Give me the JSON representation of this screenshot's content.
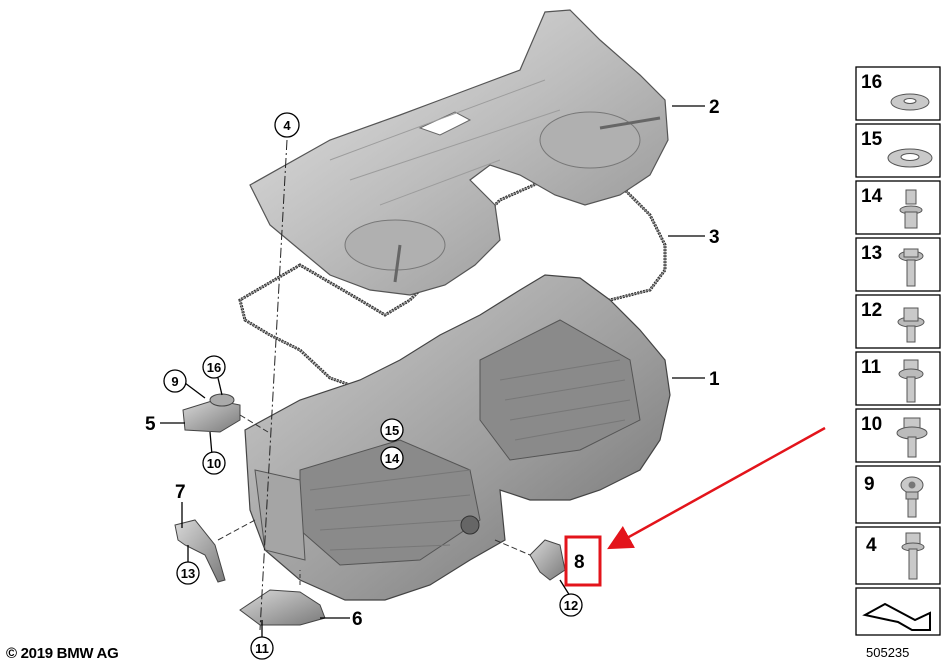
{
  "callouts": {
    "c2": "2",
    "c3": "3",
    "c1": "1",
    "c4": "4",
    "c5": "5",
    "c6": "6",
    "c7": "7",
    "c8": "8",
    "c9": "9",
    "c10": "10",
    "c11": "11",
    "c12": "12",
    "c13": "13",
    "c14": "14",
    "c15": "15",
    "c16": "16"
  },
  "parts_panel": [
    {
      "num": "16"
    },
    {
      "num": "15"
    },
    {
      "num": "14"
    },
    {
      "num": "13"
    },
    {
      "num": "12"
    },
    {
      "num": "11"
    },
    {
      "num": "10"
    },
    {
      "num": "9"
    },
    {
      "num": "4"
    }
  ],
  "footer": {
    "copyright": "© 2019 BMW AG",
    "drawing_number": "505235"
  },
  "colors": {
    "highlight": "#e3141b",
    "arrow": "#e3141b",
    "part_fill": "#c9c9c9",
    "part_stroke": "#555555"
  }
}
